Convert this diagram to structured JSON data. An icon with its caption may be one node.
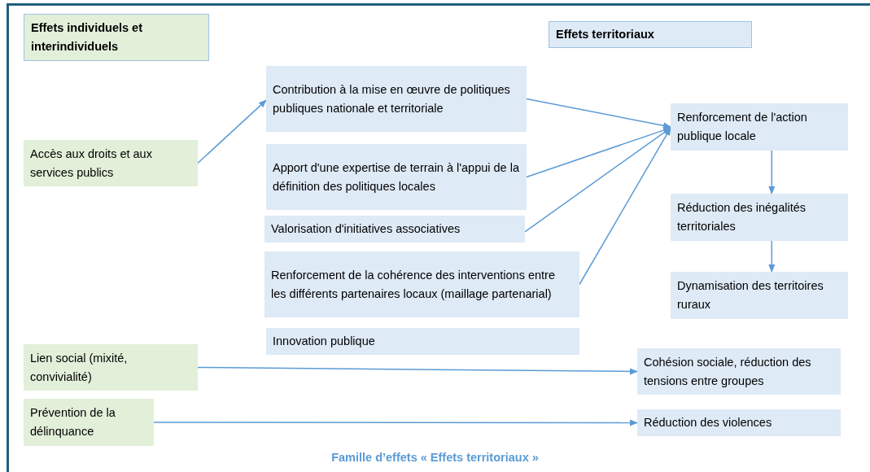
{
  "diagram": {
    "caption": "Famille d’effets « Effets territoriaux »",
    "nodes": [
      {
        "text": [
          "Effets individuels et interindividuels"
        ]
      },
      {
        "text": [
          "Effets territoriaux"
        ]
      },
      {
        "text": [
          "Accès aux droits et aux services publics"
        ]
      },
      {
        "text": [
          "Contribution à la mise en œuvre de politiques publiques nationale et territoriale"
        ]
      },
      {
        "text": [
          "Apport d'une expertise de terrain à l'appui de la définition des politiques locales"
        ]
      },
      {
        "text": [
          "Valorisation d'initiatives associatives"
        ]
      },
      {
        "text": [
          "Renforcement de la cohérence des interventions entre les différents partenaires locaux (maillage partenarial)"
        ]
      },
      {
        "text": [
          "Innovation publique"
        ]
      },
      {
        "text": [
          "Renforcement de l'action publique locale"
        ]
      },
      {
        "text": [
          "Réduction des inégalités territoriales"
        ]
      },
      {
        "text": [
          "Dynamisation des territoires ruraux"
        ]
      },
      {
        "text": [
          "Lien social (mixité, convivialité)"
        ]
      },
      {
        "text": [
          "Prévention de la délinquance"
        ]
      },
      {
        "text": [
          "Cohésion sociale, réduction des tensions entre groupes"
        ]
      },
      {
        "text": [
          "Réduction des violences"
        ]
      }
    ],
    "edges": [
      {
        "from": 2,
        "to": 3,
        "arrow": "to"
      },
      {
        "from": 3,
        "to": 8,
        "arrow": "to"
      },
      {
        "from": 4,
        "to": 8,
        "arrow": "to"
      },
      {
        "from": 5,
        "to": 8,
        "arrow": "to"
      },
      {
        "from": 6,
        "to": 8,
        "arrow": "to"
      },
      {
        "from": 8,
        "to": 9,
        "arrow": "to"
      },
      {
        "from": 9,
        "to": 10,
        "arrow": "to"
      },
      {
        "from": 11,
        "to": 13,
        "arrow": "to"
      },
      {
        "from": 12,
        "to": 14,
        "arrow": "to"
      }
    ]
  }
}
